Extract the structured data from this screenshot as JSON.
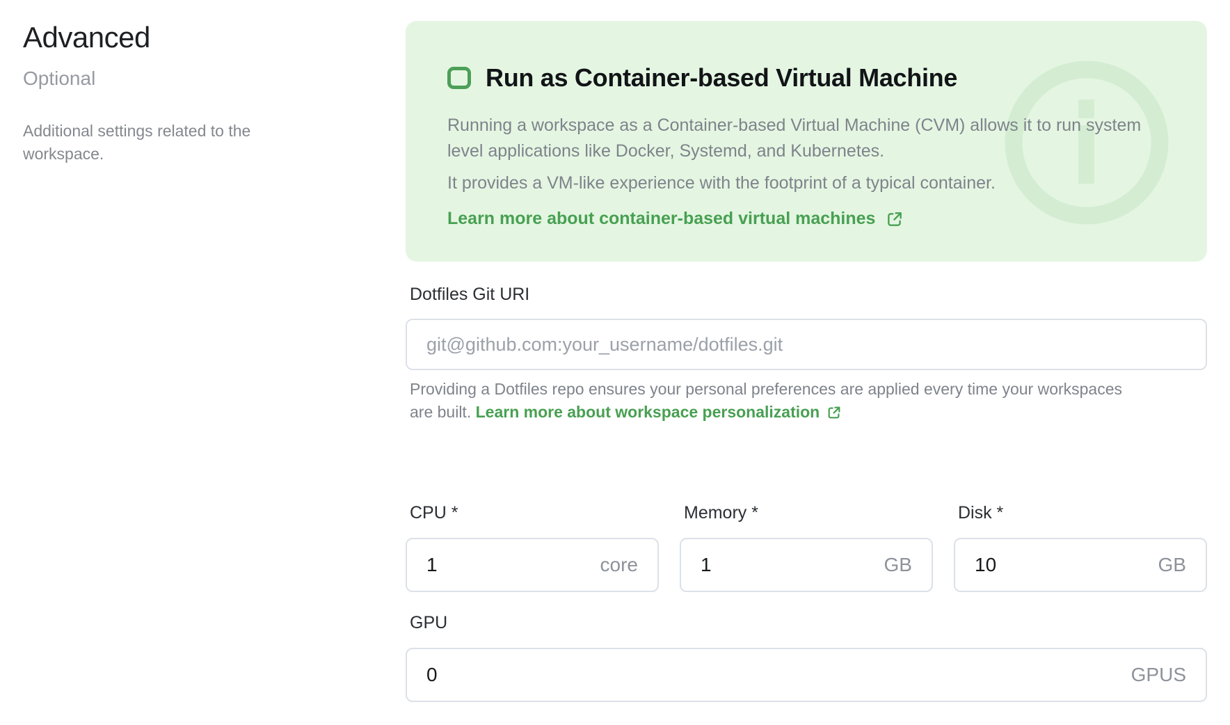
{
  "left_panel": {
    "title": "Advanced",
    "subtitle": "Optional",
    "description": "Additional settings related to the workspace."
  },
  "cvm_banner": {
    "checkbox_checked": false,
    "title": "Run as Container-based Virtual Machine",
    "paragraph1": "Running a workspace as a Container-based Virtual Machine (CVM) allows it to run system level applications like Docker, Systemd, and Kubernetes.",
    "paragraph2": "It provides a VM-like experience with the footprint of a typical container.",
    "link_label": "Learn more about container-based virtual machines",
    "colors": {
      "background": "#e4f6e2",
      "checkbox_green": "#4c9f57",
      "link_green": "#48a052",
      "watermark_green": "#d4edd2"
    }
  },
  "dotfiles_field": {
    "label": "Dotfiles Git URI",
    "value": "",
    "placeholder": "git@github.com:your_username/dotfiles.git",
    "helper_text": "Providing a Dotfiles repo ensures your personal preferences are applied every time your workspaces are built.",
    "helper_link_label": "Learn more about workspace personalization"
  },
  "resource_fields": [
    {
      "id": "cpu",
      "label": "CPU *",
      "value": "1",
      "unit": "core"
    },
    {
      "id": "memory",
      "label": "Memory *",
      "value": "1",
      "unit": "GB"
    },
    {
      "id": "disk",
      "label": "Disk *",
      "value": "10",
      "unit": "GB"
    }
  ],
  "gpu_field": {
    "label": "GPU",
    "value": "0",
    "unit": "GPUS"
  }
}
